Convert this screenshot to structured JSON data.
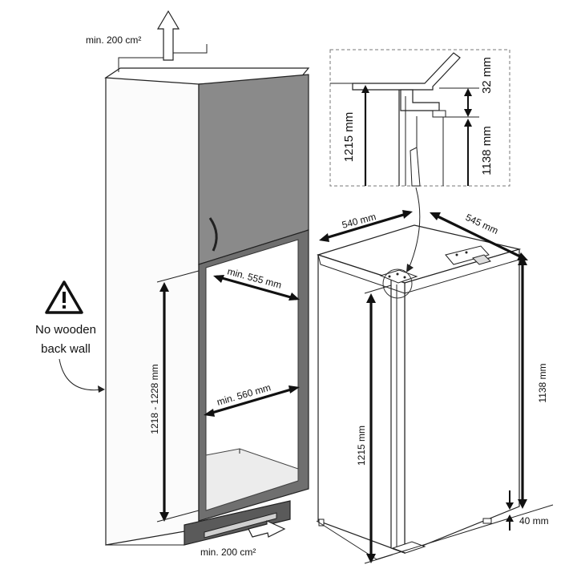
{
  "cabinet": {
    "vent_top": "min. 200 cm²",
    "vent_bottom": "min. 200 cm²",
    "warning_line1": "No wooden",
    "warning_line2": "back wall",
    "niche_width_top": "min. 555 mm",
    "niche_width_bottom": "min. 560 mm",
    "niche_height": "1218 - 1228 mm"
  },
  "appliance": {
    "width": "540 mm",
    "depth": "545 mm",
    "height_total": "1215 mm",
    "height_body": "1138 mm",
    "bottom_gap": "40 mm"
  },
  "detail": {
    "height_total": "1215 mm",
    "height_body": "1138 mm",
    "offset": "32 mm"
  },
  "colors": {
    "panel_dark": "#6f6f6f",
    "panel_door": "#8a8a8a",
    "panel_light": "#f4f4f4",
    "side_wall": "#fafafa",
    "plinth": "#5a5a5a"
  }
}
